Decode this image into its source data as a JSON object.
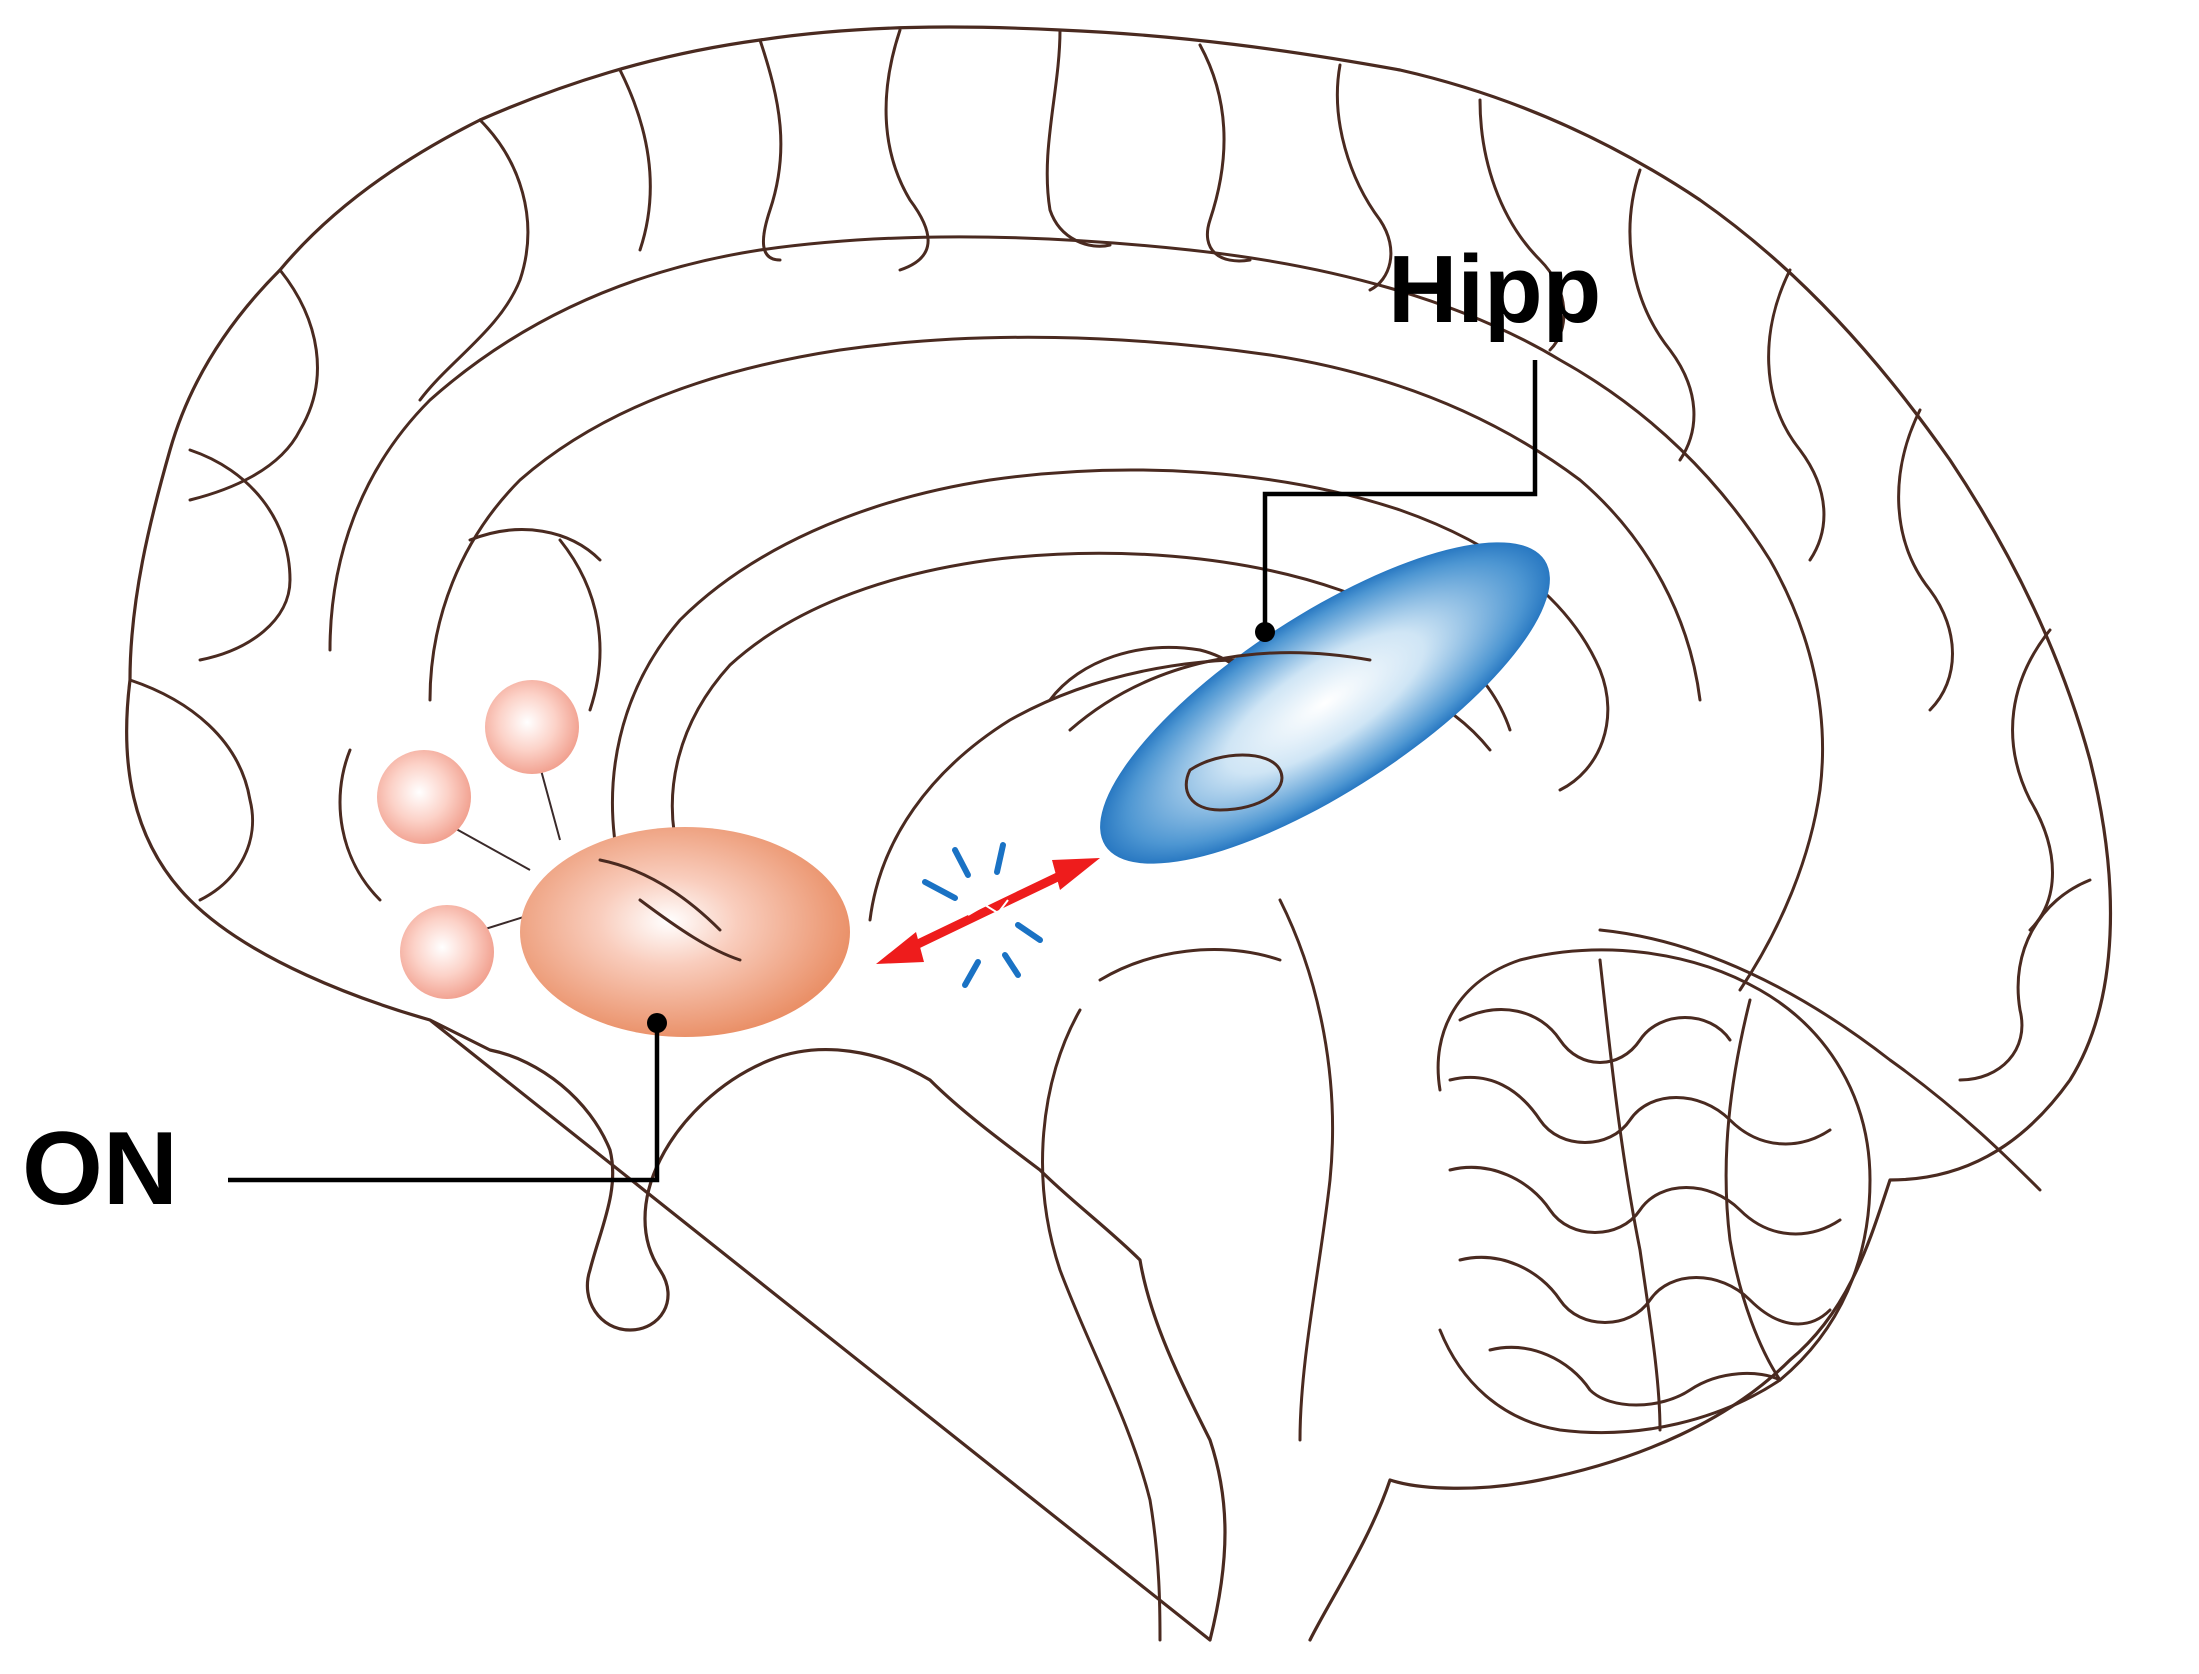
{
  "labels": {
    "hipp": "Hipp",
    "on": "ON"
  },
  "colors": {
    "brain_outline": "#4a2a20",
    "on_region": "#e8895e",
    "on_satellites": "#f6a898",
    "hipp_region": "#0a5fb4",
    "connection_arrow": "#ee1c1c",
    "disruption_marks": "#1a72c4",
    "leader_lines": "#000000"
  },
  "icons": {
    "arrow": "double-headed-arrow",
    "disruption": "dashed-burst"
  }
}
